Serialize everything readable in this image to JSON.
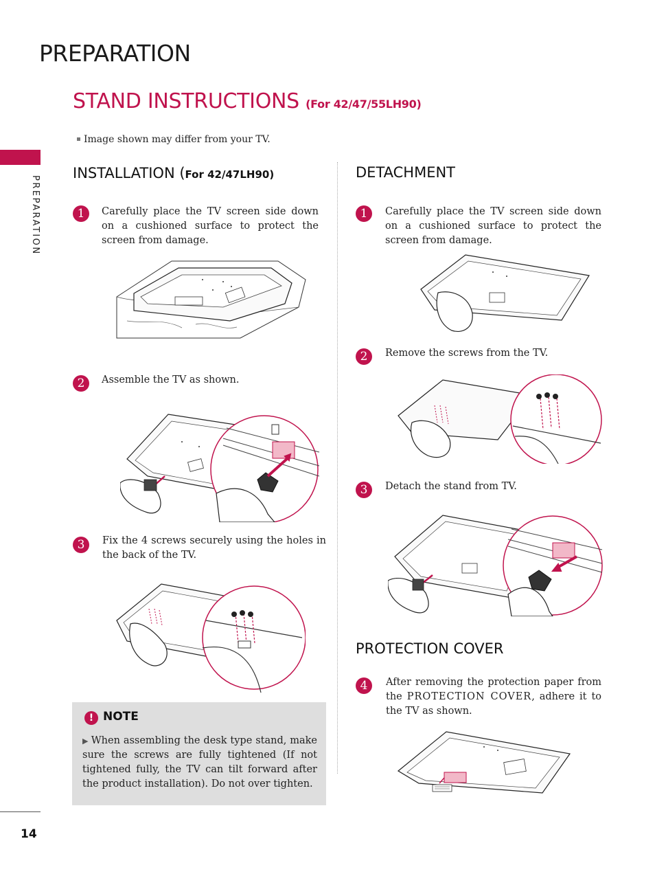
{
  "page": {
    "title": "PREPARATION",
    "side_label": "PREPARATION",
    "page_number": "14"
  },
  "section": {
    "title": "STAND INSTRUCTIONS",
    "model": "(For 42/47/55LH90)",
    "image_note": "Image shown may differ from your TV."
  },
  "installation": {
    "heading": "INSTALLATION (",
    "heading_model": "For 42/47LH90)",
    "steps": [
      {
        "num": "1",
        "text": "Carefully place the TV screen side down on a cushioned surface to protect the screen from damage."
      },
      {
        "num": "2",
        "text": "Assemble the TV as shown."
      },
      {
        "num": "3",
        "text": "Fix the 4 screws securely using the holes in the back of the TV."
      }
    ]
  },
  "note": {
    "label": "NOTE",
    "icon": "!",
    "bullet": "▶",
    "text": "When assembling the desk type stand, make sure the screws are fully tightened (If not tightened fully, the TV can tilt forward after the product installation). Do not  over tighten."
  },
  "detachment": {
    "heading": "DETACHMENT",
    "steps": [
      {
        "num": "1",
        "text": "Carefully place the TV screen side down on a cushioned surface to protect the screen from damage."
      },
      {
        "num": "2",
        "text": "Remove the screws from the TV."
      },
      {
        "num": "3",
        "text": "Detach the stand from TV."
      }
    ]
  },
  "protection": {
    "heading": "PROTECTION COVER",
    "step_num": "4",
    "text_before": "After removing the protection paper from the ",
    "text_em": "PROTECTION COVER",
    "text_after": ", adhere it to the TV as shown."
  },
  "colors": {
    "accent": "#c0134d",
    "note_bg": "#dedede"
  }
}
